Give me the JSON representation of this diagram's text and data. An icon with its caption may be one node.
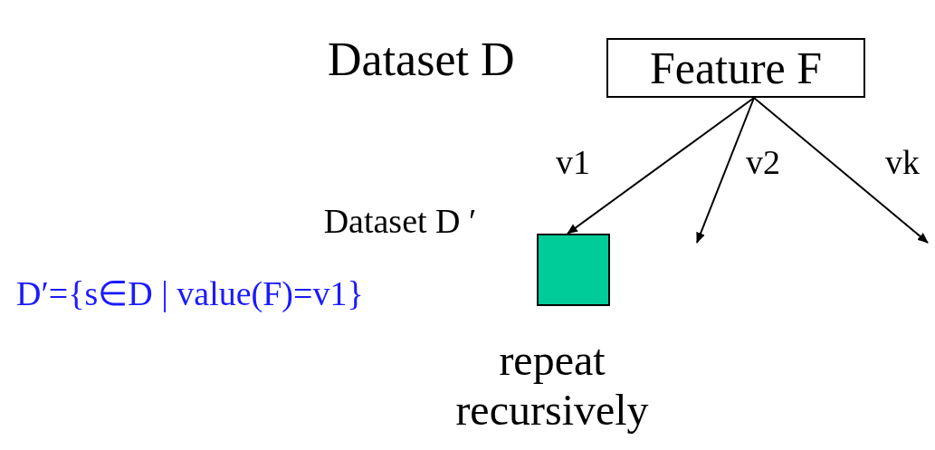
{
  "diagram": {
    "nodes": [
      {
        "text": [
          "Feature F"
        ]
      },
      {
        "text": [],
        "shape": "box",
        "beside": [
          "Dataset D ′",
          "repeat recursively"
        ]
      }
    ],
    "edges": [
      {
        "from": 0,
        "to": 1,
        "arrow": "to",
        "label": "v1"
      },
      {
        "from": 0,
        "to": null,
        "arrow": "to",
        "label": "v2"
      },
      {
        "from": 0,
        "to": null,
        "arrow": "to",
        "label": "vk"
      }
    ],
    "labels": [
      "Dataset D",
      "D′={s∈D | value(F)=v1}"
    ]
  }
}
